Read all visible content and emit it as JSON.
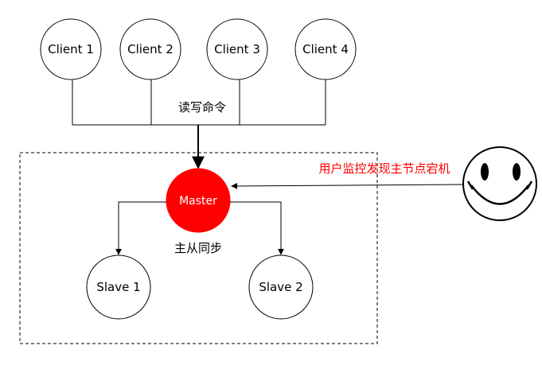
{
  "clients": [
    {
      "label": "Client 1"
    },
    {
      "label": "Client 2"
    },
    {
      "label": "Client 3"
    },
    {
      "label": "Client 4"
    }
  ],
  "edge_labels": {
    "read_write": "读写命令",
    "sync": "主从同步",
    "monitor": "用户监控发现主节点宕机"
  },
  "master": {
    "label": "Master"
  },
  "slaves": [
    {
      "label": "Slave 1"
    },
    {
      "label": "Slave 2"
    }
  ],
  "colors": {
    "master_fill": "#ff0000",
    "master_text": "#ffffff",
    "monitor_text": "#ff0000",
    "stroke": "#000000"
  },
  "icons": {
    "user": "smiley-face-icon"
  }
}
